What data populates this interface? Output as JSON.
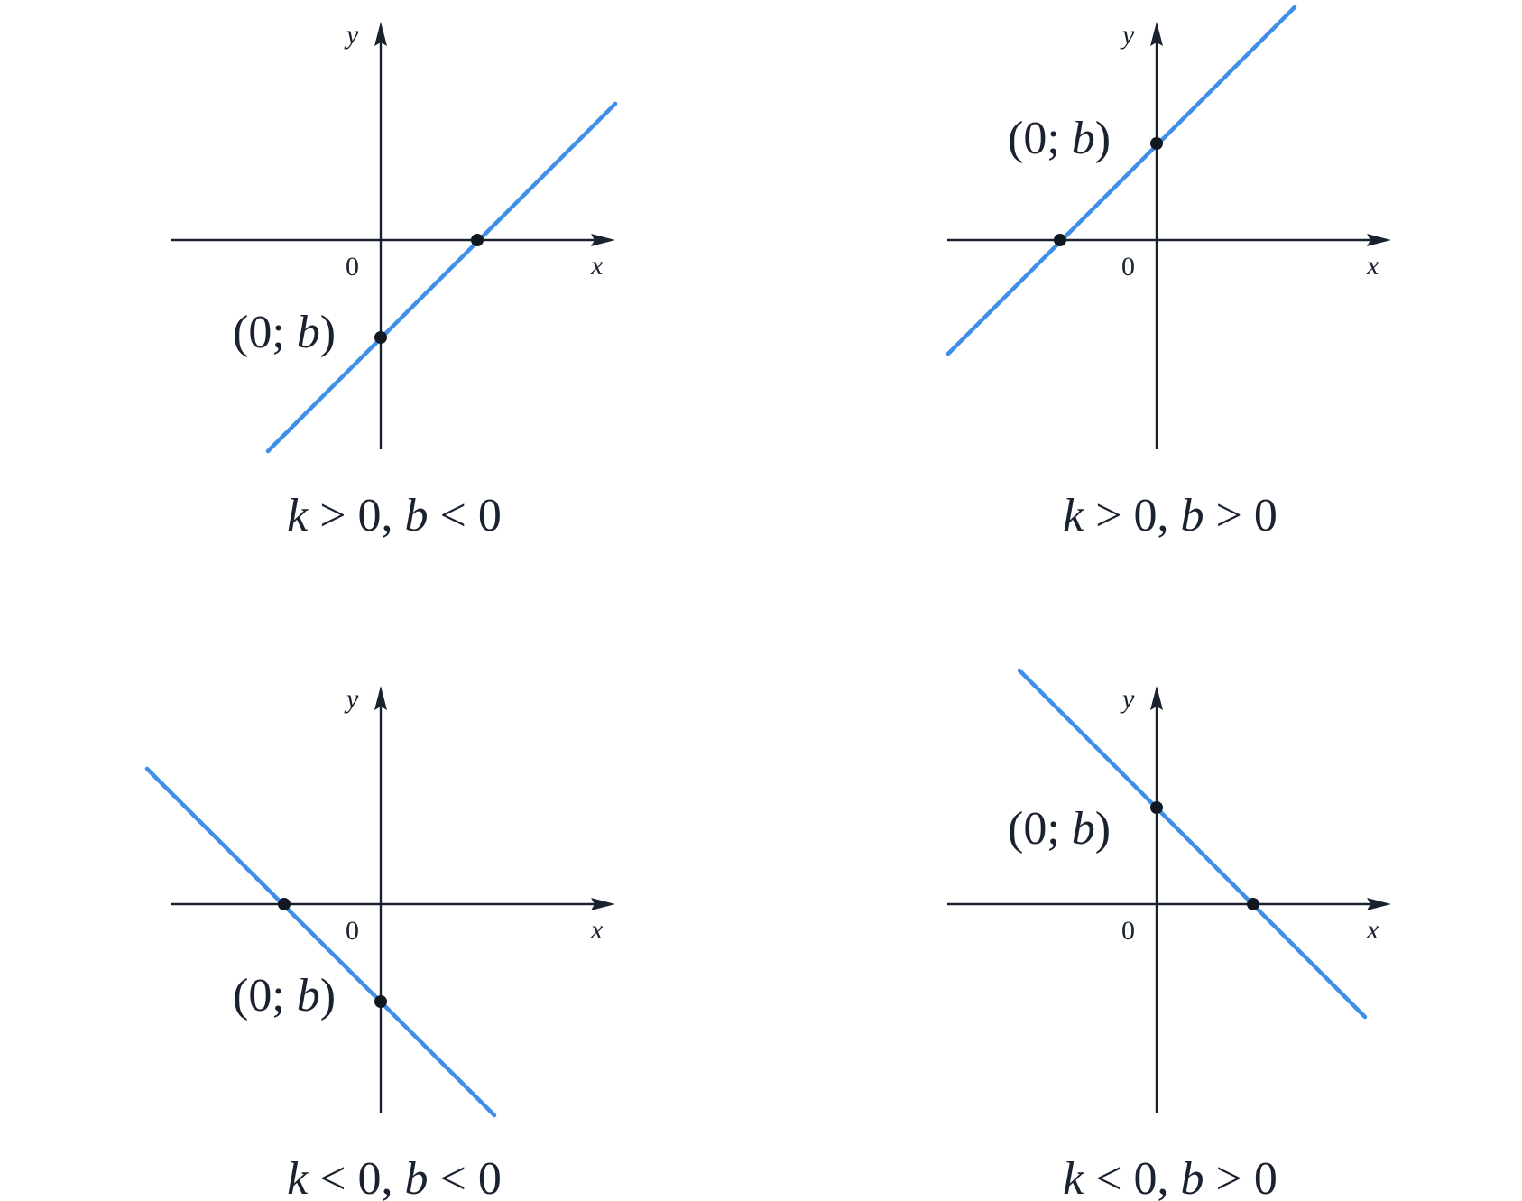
{
  "panels": [
    {
      "id": "top-left",
      "x_label": "x",
      "y_label": "y",
      "origin_label": "0",
      "point": {
        "open": "(0; ",
        "var": "b",
        "close": ")"
      },
      "caption": {
        "k": "k",
        "rel1": " > 0, ",
        "b": "b",
        "rel2": " < 0"
      }
    },
    {
      "id": "top-right",
      "x_label": "x",
      "y_label": "y",
      "origin_label": "0",
      "point": {
        "open": "(0; ",
        "var": "b",
        "close": ")"
      },
      "caption": {
        "k": "k",
        "rel1": " > 0, ",
        "b": "b",
        "rel2": " > 0"
      }
    },
    {
      "id": "bottom-left",
      "x_label": "x",
      "y_label": "y",
      "origin_label": "0",
      "point": {
        "open": "(0; ",
        "var": "b",
        "close": ")"
      },
      "caption": {
        "k": "k",
        "rel1": " < 0, ",
        "b": "b",
        "rel2": " < 0"
      }
    },
    {
      "id": "bottom-right",
      "x_label": "x",
      "y_label": "y",
      "origin_label": "0",
      "point": {
        "open": "(0; ",
        "var": "b",
        "close": ")"
      },
      "caption": {
        "k": "k",
        "rel1": " < 0, ",
        "b": "b",
        "rel2": " > 0"
      }
    }
  ],
  "colors": {
    "line": "#3f8fe8",
    "axis": "#1a2230",
    "dot": "#111820"
  }
}
